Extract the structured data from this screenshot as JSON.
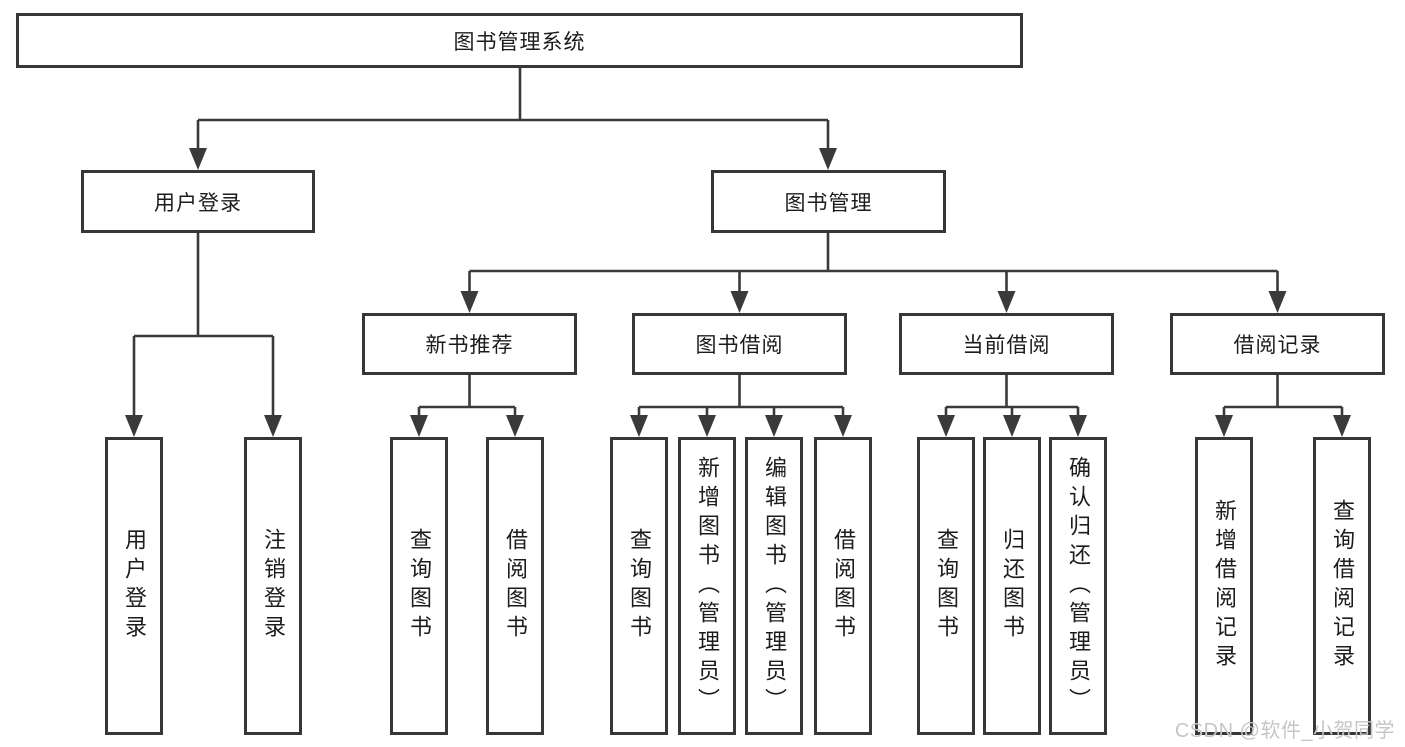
{
  "nodes": {
    "root": {
      "label": "图书管理系统"
    },
    "level2": [
      {
        "label": "用户登录"
      },
      {
        "label": "图书管理"
      }
    ],
    "level3": [
      {
        "label": "新书推荐"
      },
      {
        "label": "图书借阅"
      },
      {
        "label": "当前借阅"
      },
      {
        "label": "借阅记录"
      }
    ],
    "leaves": {
      "login": [
        {
          "label": "用户登录"
        },
        {
          "label": "注销登录"
        }
      ],
      "recommend": [
        {
          "label": "查询图书"
        },
        {
          "label": "借阅图书"
        }
      ],
      "borrow": [
        {
          "label": "查询图书"
        },
        {
          "label": "新增图书（管理员）"
        },
        {
          "label": "编辑图书（管理员）"
        },
        {
          "label": "借阅图书"
        }
      ],
      "current": [
        {
          "label": "查询图书"
        },
        {
          "label": "归还图书"
        },
        {
          "label": "确认归还（管理员）"
        }
      ],
      "records": [
        {
          "label": "新增借阅记录"
        },
        {
          "label": "查询借阅记录"
        }
      ]
    }
  },
  "watermark": {
    "text": "CSDN @软件_小贺同学",
    "color": "#c6c6c6"
  },
  "colors": {
    "line": "#3a3a3a",
    "box_border": "#373737",
    "text": "#1c1c1c",
    "background": "#ffffff"
  }
}
